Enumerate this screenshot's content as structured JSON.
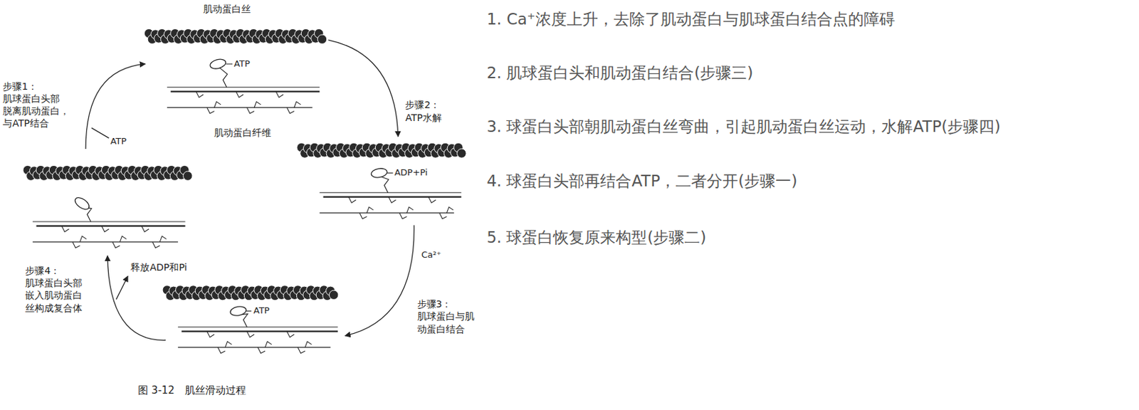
{
  "diagram": {
    "caption": "图 3-12　肌丝滑动过程",
    "labels": [
      "肌动蛋白丝",
      "ATP",
      "肌动蛋白纤维",
      "步骤1： 肌球蛋白头部 脱离肌动蛋白， 与ATP结合",
      "ATP",
      "步骤2： ATP水解",
      "ADP+Pi",
      "Ca²⁺",
      "步骤3： 肌球蛋白与肌 动蛋白结合",
      "ATP",
      "步骤4： 肌球蛋白头部 嵌入肌动蛋白 丝构成复合体",
      "释放ADP和Pi",
      "1. Ca⁺浓度上升，去除了肌动蛋白与肌球蛋白结合点的障碍",
      "2. 肌球蛋白头和肌动蛋白结合(步骤三)",
      "3. 球蛋白头部朝肌动蛋白丝弯曲，引起肌动蛋白丝运动，水解ATP(步骤四)",
      "4. 球蛋白头部再结合ATP，二者分开(步骤一)",
      "5. 球蛋白恢复原来构型(步骤二)"
    ]
  }
}
